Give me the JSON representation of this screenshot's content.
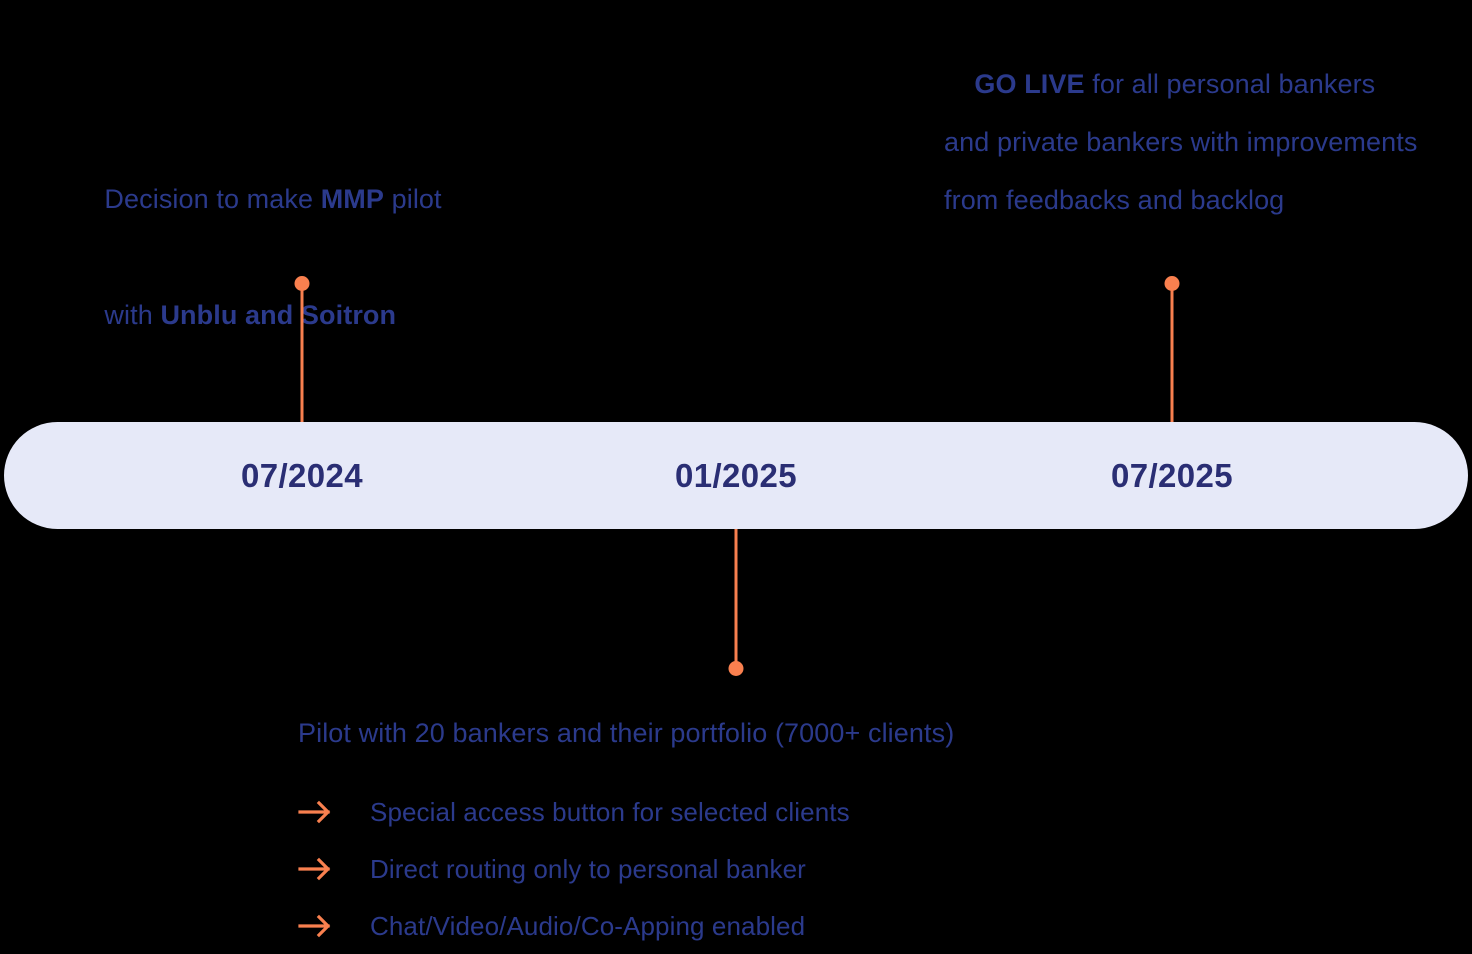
{
  "theme": {
    "background": "#000000",
    "bar_fill": "#e6e9f8",
    "accent_orange": "#f9804f",
    "text_blue": "#2b3a8c",
    "label_navy": "#2a2e74"
  },
  "timeline": {
    "milestones": [
      {
        "date": "07/2024"
      },
      {
        "date": "01/2025"
      },
      {
        "date": "07/2025"
      }
    ]
  },
  "callouts": {
    "left": {
      "line1_a": "Decision to make ",
      "line1_bold": "MMP",
      "line1_b": " pilot",
      "line2_a": "with ",
      "line2_bold": "Unblu and Soitron"
    },
    "right": {
      "bold": "GO LIVE",
      "rest": " for all personal bankers and private bankers with improvements from feedbacks and backlog"
    }
  },
  "detail": {
    "heading": "Pilot with 20 bankers and their portfolio (7000+ clients)",
    "arrow_icon": "arrow-right-icon",
    "bullets": [
      "Special access button for selected clients",
      "Direct routing only to personal banker",
      "Chat/Video/Audio/Co-Apping enabled"
    ]
  }
}
